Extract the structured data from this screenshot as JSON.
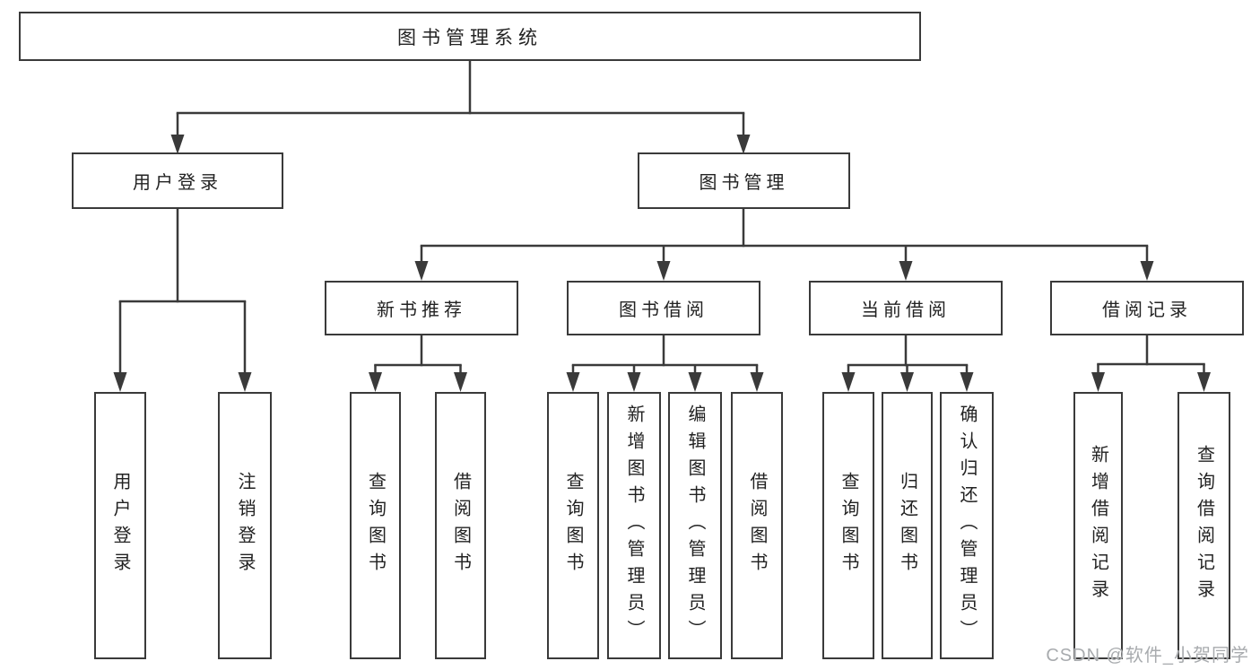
{
  "tree": {
    "root": "图书管理系统",
    "branches": [
      {
        "label": "用户登录",
        "children": [
          "用户登录",
          "注销登录"
        ]
      },
      {
        "label": "图书管理",
        "groups": [
          {
            "label": "新书推荐",
            "children": [
              "查询图书",
              "借阅图书"
            ]
          },
          {
            "label": "图书借阅",
            "children": [
              "查询图书",
              "新增图书（管理员）",
              "编辑图书（管理员）",
              "借阅图书"
            ]
          },
          {
            "label": "当前借阅",
            "children": [
              "查询图书",
              "归还图书",
              "确认归还（管理员）"
            ]
          },
          {
            "label": "借阅记录",
            "children": [
              "新增借阅记录",
              "查询借阅记录"
            ]
          }
        ]
      }
    ]
  },
  "watermark": {
    "text": "CSDN @软件_小贺同学",
    "color": "#a8abae"
  },
  "colors": {
    "line": "#3a3a3a",
    "box_border": "#3a3a3a",
    "text": "#222222",
    "background": "#ffffff"
  }
}
